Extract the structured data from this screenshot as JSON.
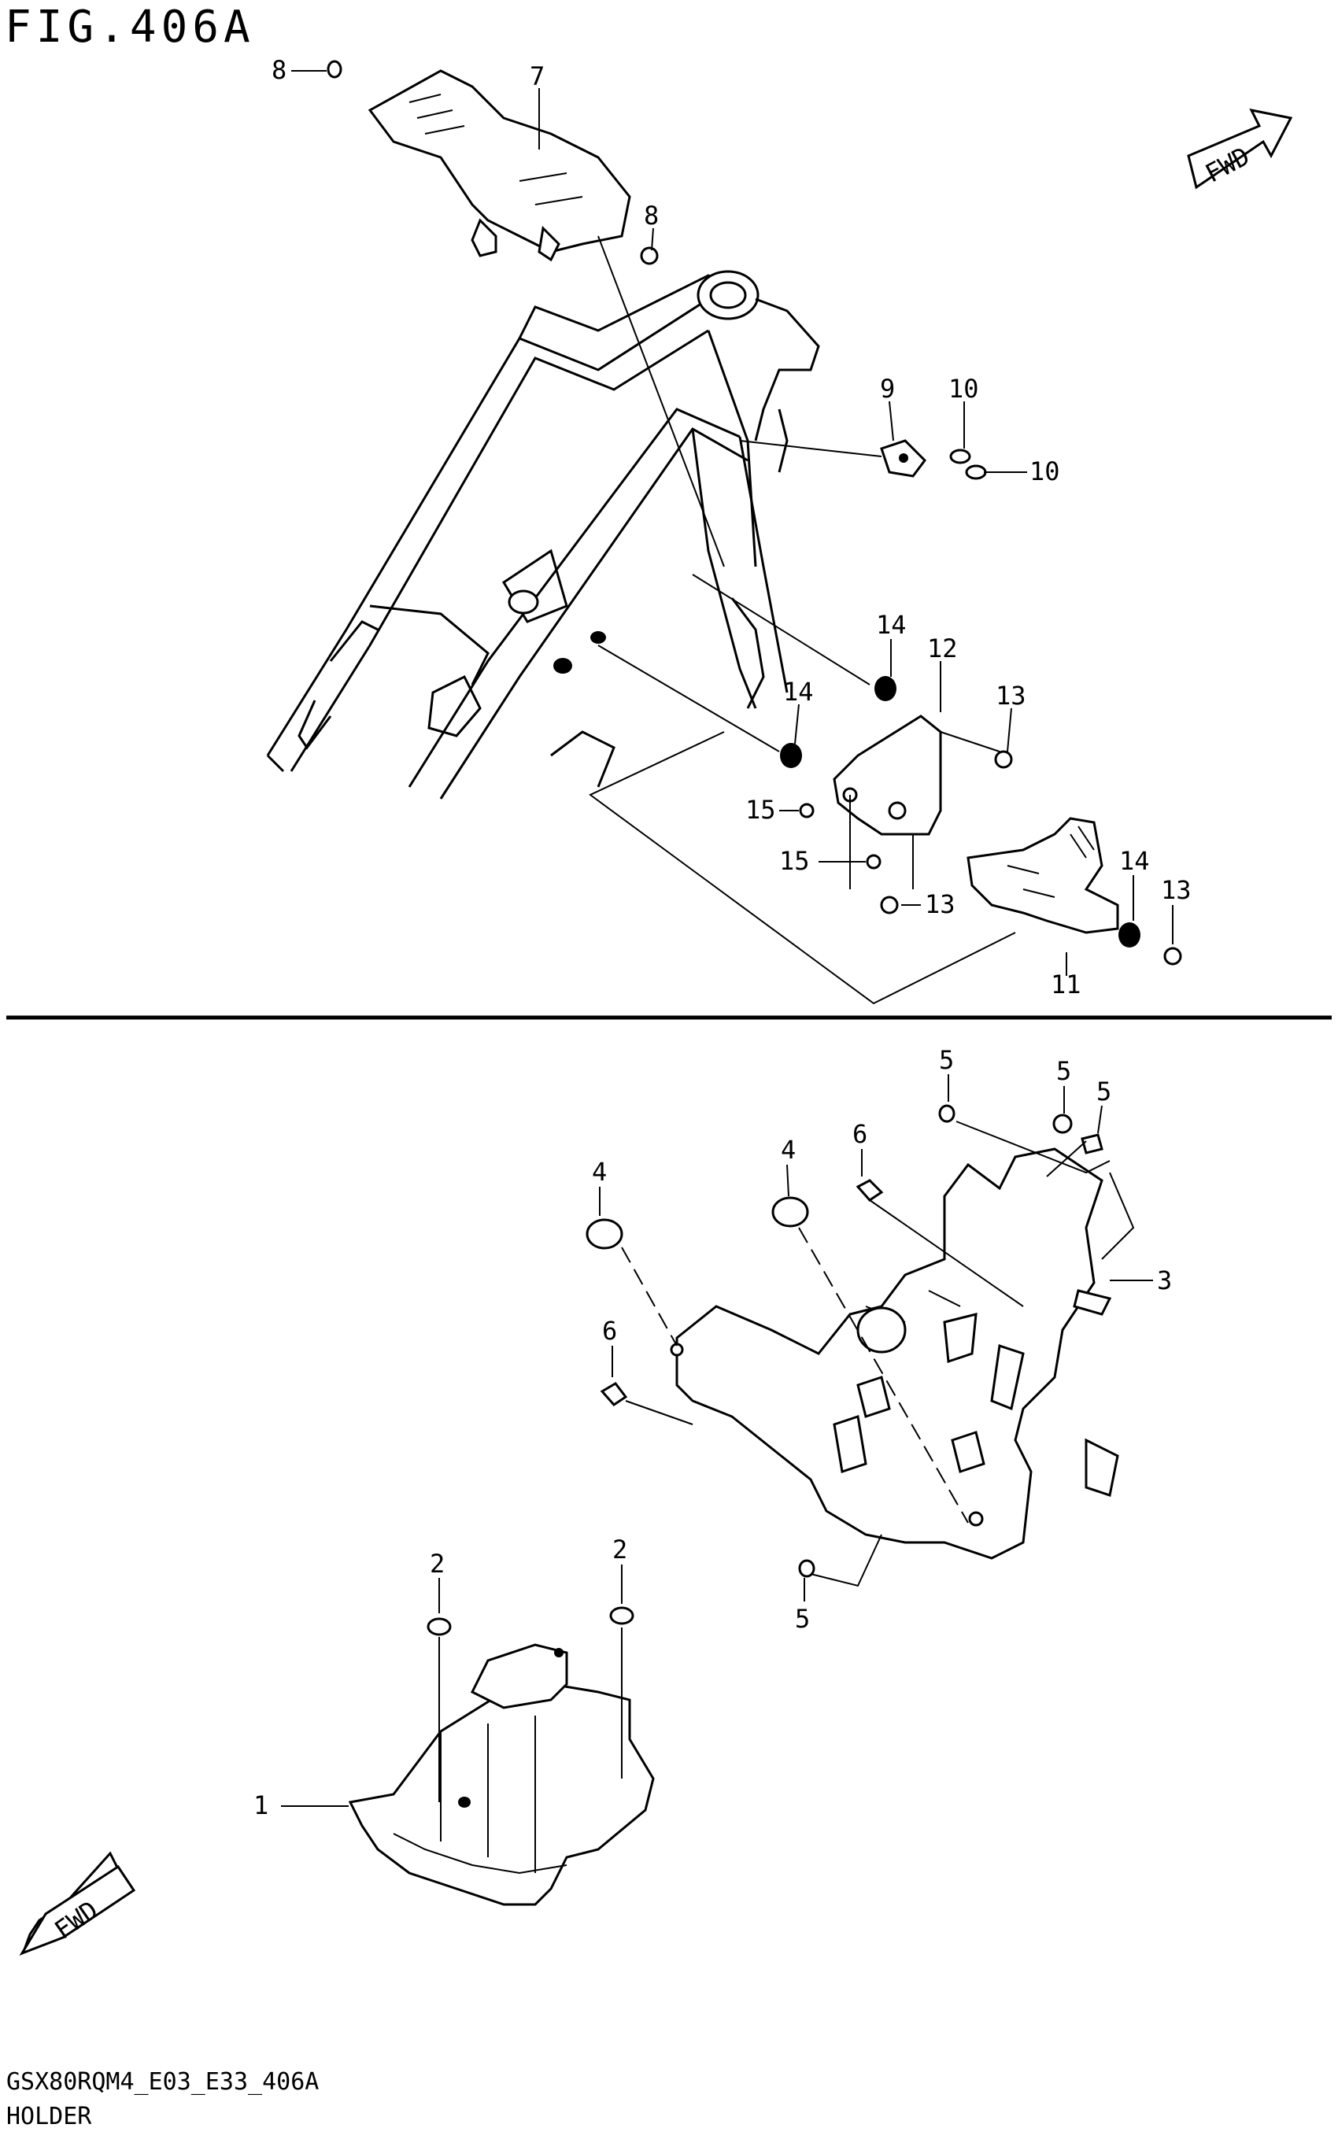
{
  "figure": {
    "title": "FIG.406A"
  },
  "footer": {
    "code": "GSX80RQM4_E03_E33_406A",
    "name": "HOLDER"
  },
  "fwd_badges": [
    {
      "label": "FWD"
    },
    {
      "label": "FWD"
    }
  ],
  "callouts": {
    "upper": [
      "8",
      "7",
      "8",
      "9",
      "10",
      "10",
      "14",
      "12",
      "14",
      "13",
      "15",
      "15",
      "13",
      "14",
      "13",
      "11"
    ],
    "lower": [
      "5",
      "5",
      "5",
      "4",
      "6",
      "4",
      "3",
      "6",
      "5",
      "2",
      "2",
      "1"
    ]
  },
  "colors": {
    "ink": "#000000",
    "paper": "#ffffff"
  }
}
